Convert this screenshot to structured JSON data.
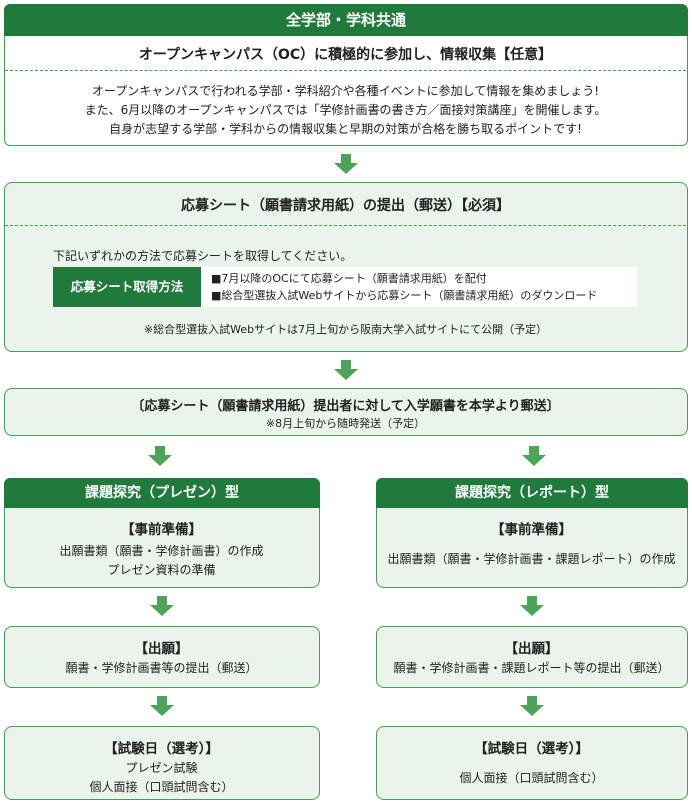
{
  "common": {
    "header": "全学部・学科共通",
    "title": "オープンキャンパス（OC）に積極的に参加し、情報収集【任意】",
    "lines": [
      "オープンキャンパスで行われる学部・学科紹介や各種イベントに参加して情報を集めましょう!",
      "また、6月以降のオープンキャンパスでは「学修計画書の書き方／面接対策講座」を開催します。",
      "自身が志望する学部・学科からの情報収集と早期の対策が合格を勝ち取るポイントです!"
    ]
  },
  "sheet": {
    "title": "応募シート（願書請求用紙）の提出（郵送）【必須】",
    "intro": "下記いずれかの方法で応募シートを取得してください。",
    "method_label": "応募シート取得方法",
    "methods": [
      "■7月以降のOCにて応募シート（願書請求用紙）を配付",
      "■総合型選抜入試Webサイトから応募シート（願書請求用紙）のダウンロード"
    ],
    "note": "※総合型選抜入試Webサイトは7月上旬から阪南大学入試サイトにて公開（予定）"
  },
  "mailing": {
    "title": "〔応募シート（願書請求用紙）提出者に対して入学願書を本学より郵送〕",
    "note": "※8月上旬から随時発送（予定）"
  },
  "left": {
    "header": "課題探究（プレゼン）型",
    "prep_title": "【事前準備】",
    "prep_lines": [
      "出願書類（願書・学修計画書）の作成",
      "プレゼン資料の準備"
    ],
    "apply_title": "【出願】",
    "apply_line": "願書・学修計画書等の提出（郵送）",
    "exam_title": "【試験日（選考）】",
    "exam_lines": [
      "プレゼン試験",
      "個人面接（口頭試問含む）"
    ]
  },
  "right": {
    "header": "課題探究（レポート）型",
    "prep_title": "【事前準備】",
    "prep_line": "出願書類（願書・学修計画書・課題レポート）の作成",
    "apply_title": "【出願】",
    "apply_line": "願書・学修計画書・課題レポート等の提出（郵送）",
    "exam_title": "【試験日（選考）】",
    "exam_line": "個人面接（口頭試問含む）"
  },
  "colors": {
    "green": "#1f7a3c",
    "panel": "#eaf4ea",
    "border": "#4a9a56",
    "arrow": "#4ea35a"
  }
}
